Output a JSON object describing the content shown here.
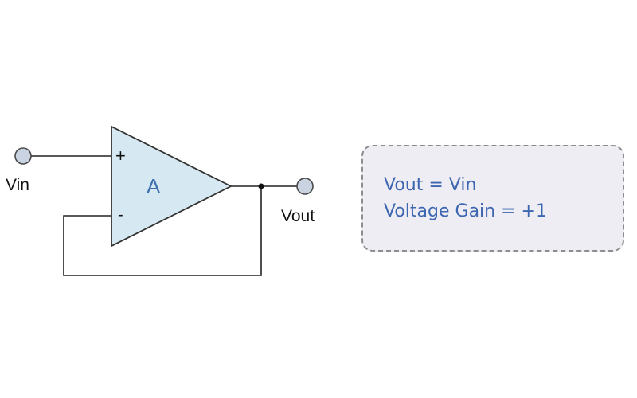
{
  "circuit": {
    "input_label": "Vin",
    "output_label": "Vout",
    "non_inverting_sign": "+",
    "inverting_sign": "-",
    "amplifier_label": "A"
  },
  "info_box": {
    "line1": "Vout = Vin",
    "line2": "Voltage Gain = +1"
  },
  "colors": {
    "opamp_fill": "#d6e9f3",
    "info_text": "#3d66b0",
    "info_background": "#efedf4",
    "terminal_fill": "#c9d3e2"
  }
}
